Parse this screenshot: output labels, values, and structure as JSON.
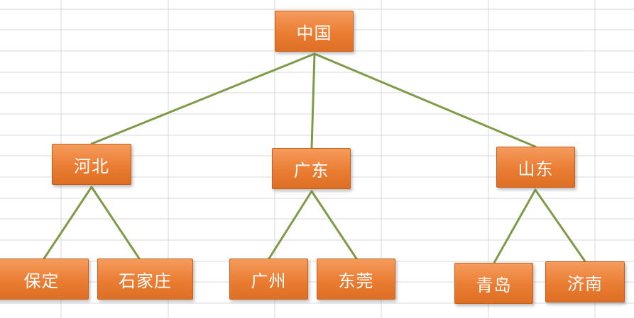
{
  "tree": {
    "root": "中国",
    "provinces": [
      {
        "label": "河北",
        "cities": [
          "保定",
          "石家庄"
        ]
      },
      {
        "label": "广东",
        "cities": [
          "广州",
          "东莞"
        ]
      },
      {
        "label": "山东",
        "cities": [
          "青岛",
          "济南"
        ]
      }
    ]
  },
  "colors": {
    "node_fill": "#ea7d33",
    "node_border": "#c65f1b",
    "connector": "#7f9a48",
    "grid": "#d9d9d9"
  }
}
